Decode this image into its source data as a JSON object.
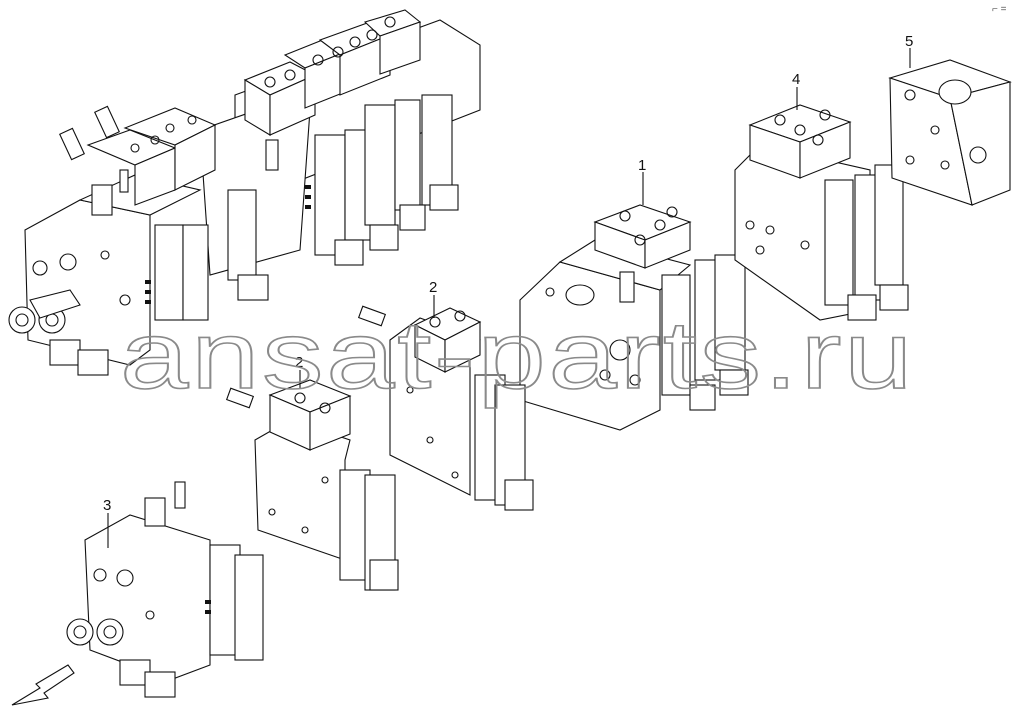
{
  "diagram": {
    "callouts": [
      {
        "id": "c1",
        "label": "1"
      },
      {
        "id": "c2a",
        "label": "2"
      },
      {
        "id": "c2b",
        "label": "2"
      },
      {
        "id": "c3",
        "label": "3"
      },
      {
        "id": "c4",
        "label": "4"
      },
      {
        "id": "c5",
        "label": "5"
      }
    ],
    "watermark": "ansat-parts.ru",
    "corner_mark": "⌐ ="
  }
}
